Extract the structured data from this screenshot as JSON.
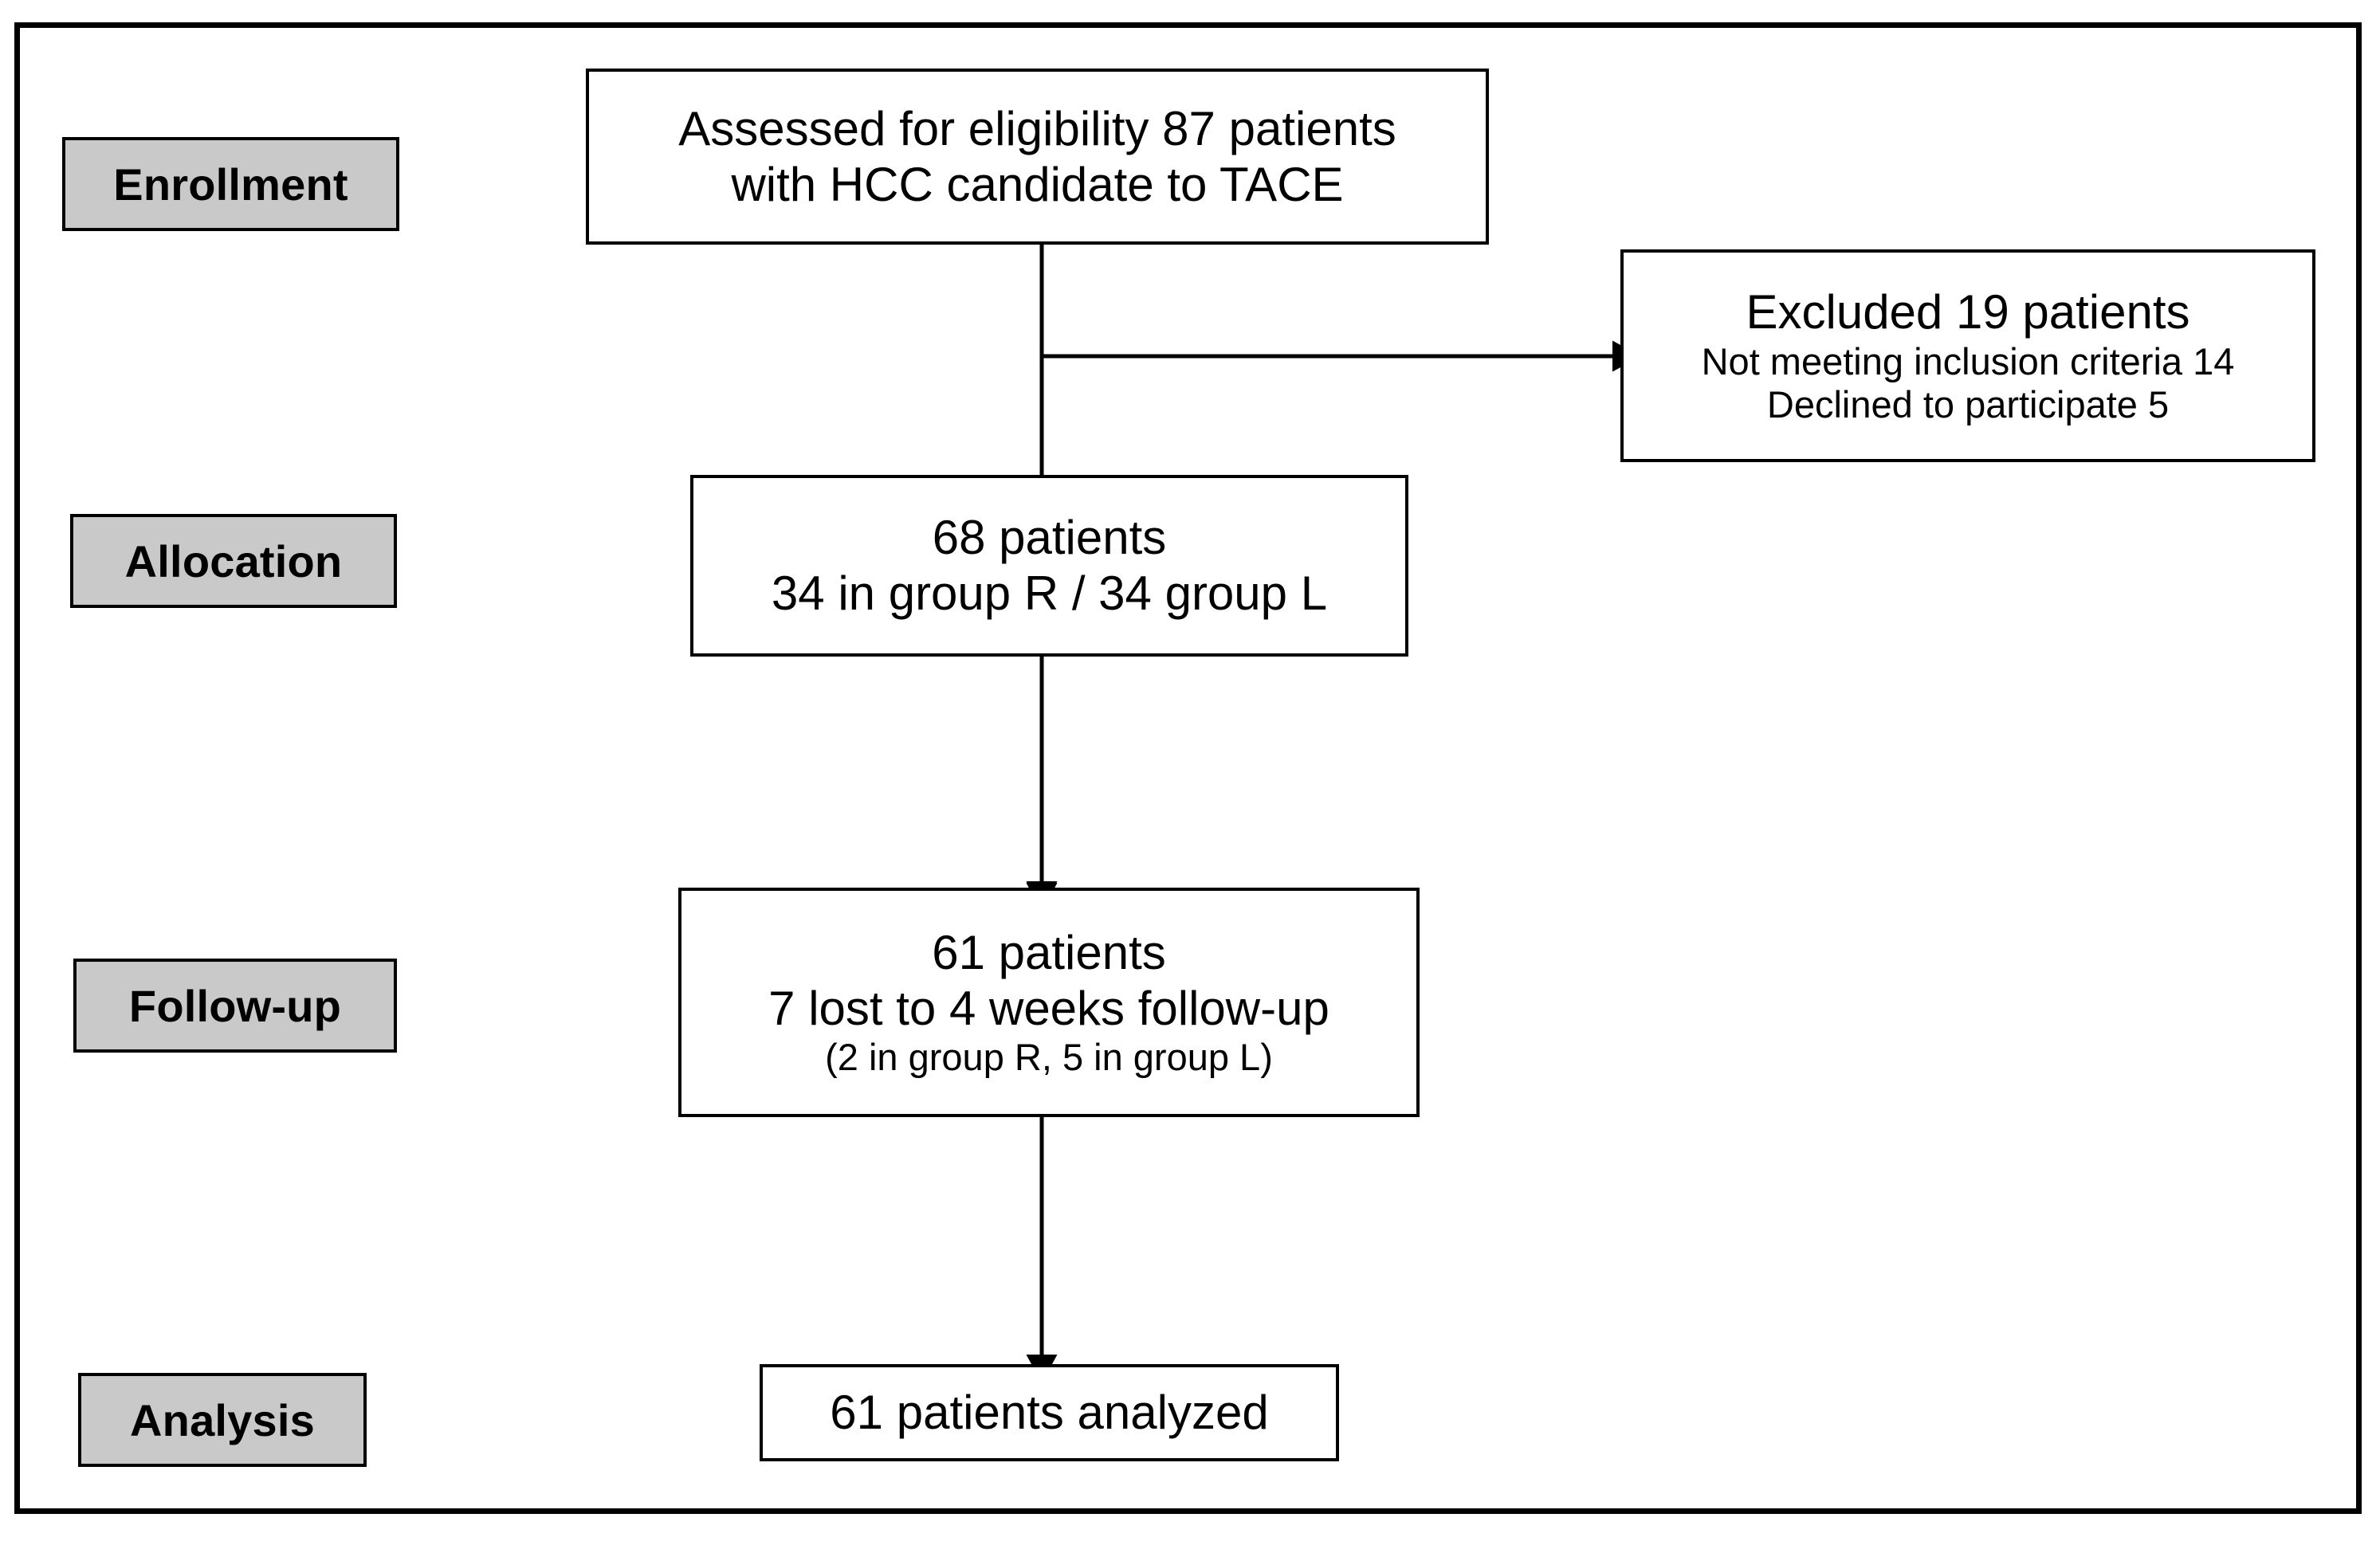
{
  "diagram": {
    "title": "CONSORT participant flow diagram",
    "frame_color": "#000000",
    "stage_label_fill": "#c9c9c9",
    "box_fill": "#ffffff",
    "stages": [
      {
        "id": "enrollment",
        "label": "Enrollment"
      },
      {
        "id": "allocation",
        "label": "Allocation"
      },
      {
        "id": "followup",
        "label": "Follow-up"
      },
      {
        "id": "analysis",
        "label": "Analysis"
      }
    ],
    "boxes": {
      "assessed": {
        "line1": "Assessed for eligibility 87 patients",
        "line2": "with HCC candidate to TACE"
      },
      "excluded": {
        "line1": "Excluded 19 patients",
        "line2": "Not meeting inclusion criteria 14",
        "line3": "Declined to participate 5"
      },
      "allocated": {
        "line1": "68 patients",
        "line2": "34 in group R / 34 group L"
      },
      "followed": {
        "line1": "61 patients",
        "line2": "7 lost to 4 weeks follow-up",
        "line3": "(2 in group R, 5 in group L)"
      },
      "analyzed": {
        "line1": "61 patients analyzed"
      }
    },
    "flow_counts": {
      "assessed_for_eligibility": 87,
      "excluded_total": 19,
      "excluded_not_meeting_criteria": 14,
      "excluded_declined": 5,
      "allocated_total": 68,
      "allocated_group_r": 34,
      "allocated_group_l": 34,
      "followed_total": 61,
      "lost_to_followup_total": 7,
      "lost_group_r": 2,
      "lost_group_l": 5,
      "analyzed_total": 61
    },
    "connectors": [
      {
        "id": "assessed-to-allocated",
        "from": "assessed",
        "to": "allocated",
        "direction": "down"
      },
      {
        "id": "assessed-to-excluded",
        "from": "assessed",
        "to": "excluded",
        "direction": "right"
      },
      {
        "id": "allocated-to-followed",
        "from": "allocated",
        "to": "followed",
        "direction": "down"
      },
      {
        "id": "followed-to-analyzed",
        "from": "followed",
        "to": "analyzed",
        "direction": "down"
      }
    ]
  }
}
